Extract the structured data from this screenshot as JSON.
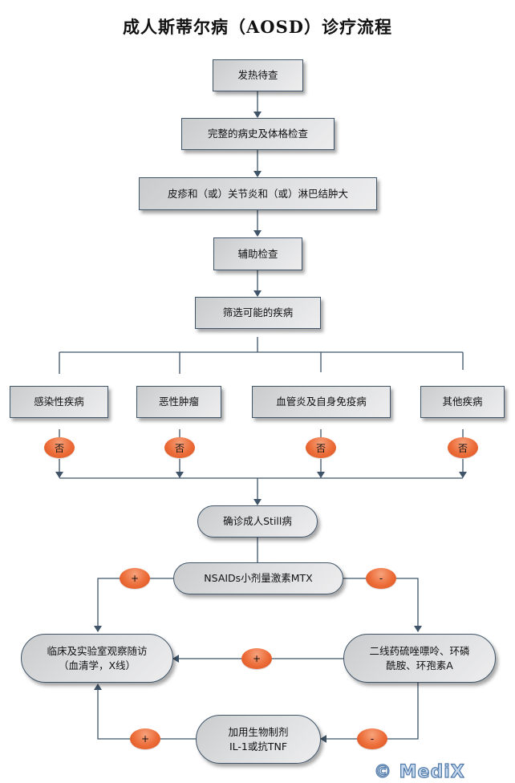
{
  "title": "成人斯蒂尔病（AOSD）诊疗流程",
  "colors": {
    "connector": "#3f5468",
    "box_fill": "#dcdddf",
    "badge": "#ec6c38",
    "watermark": "#4f79a8"
  },
  "steps": {
    "fever": "发热待查",
    "history": "完整的病史及体格检查",
    "symptoms": "皮疹和（或）关节炎和（或）淋巴结肿大",
    "aux_exam": "辅助检查",
    "screen": "筛选可能的疾病"
  },
  "differentials": [
    {
      "label": "感染性疾病",
      "result": "否"
    },
    {
      "label": "恶性肿瘤",
      "result": "否"
    },
    {
      "label": "血管炎及自身免疫病",
      "result": "否"
    },
    {
      "label": "其他疾病",
      "result": "否"
    }
  ],
  "treatment": {
    "diagnosis": "确诊成人Still病",
    "first_line": "NSAIDs小剂量激素MTX",
    "follow_up_line1": "临床及实验室观察随访",
    "follow_up_line2": "（血清学，X线）",
    "second_line_line1": "二线药硫唑嘌呤、环磷",
    "second_line_line2": "酰胺、环孢素A",
    "biologic_line1": "加用生物制剂",
    "biologic_line2": "IL-1或抗TNF"
  },
  "responses": {
    "first_line_positive": "+",
    "first_line_negative": "-",
    "second_line_positive": "+",
    "second_line_negative": "-",
    "biologic_positive": "+"
  },
  "watermark": "© MediX"
}
